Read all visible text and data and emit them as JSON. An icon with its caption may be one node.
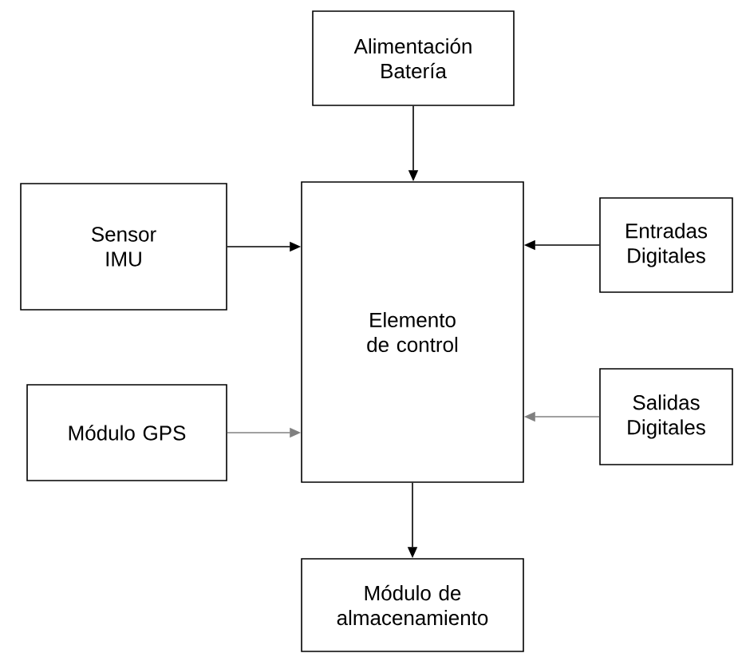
{
  "diagram": {
    "nodes": [
      {
        "text": [
          "Alimentación Batería"
        ]
      },
      {
        "text": [
          "Sensor IMU"
        ]
      },
      {
        "text": [
          "Elemento de control"
        ]
      },
      {
        "text": [
          "Entradas Digitales"
        ]
      },
      {
        "text": [
          "Módulo GPS"
        ]
      },
      {
        "text": [
          "Salidas Digitales"
        ]
      },
      {
        "text": [
          "Módulo de almacenamiento"
        ]
      }
    ],
    "edges": [
      {
        "from": 0,
        "to": 2,
        "arrow": "to"
      },
      {
        "from": 1,
        "to": 2,
        "arrow": "to"
      },
      {
        "from": 3,
        "to": 2,
        "arrow": "to"
      },
      {
        "from": 4,
        "to": 2,
        "arrow": "to",
        "color": "#808080"
      },
      {
        "from": 5,
        "to": 2,
        "arrow": "to",
        "color": "#808080"
      },
      {
        "from": 2,
        "to": 6,
        "arrow": "to"
      }
    ]
  }
}
